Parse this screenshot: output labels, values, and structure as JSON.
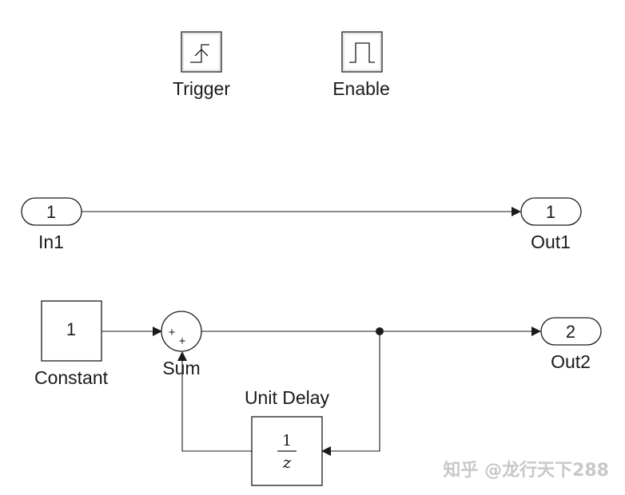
{
  "blocks": {
    "trigger": {
      "label": "Trigger"
    },
    "enable": {
      "label": "Enable"
    },
    "in1": {
      "port_number": "1",
      "label": "In1"
    },
    "out1": {
      "port_number": "1",
      "label": "Out1"
    },
    "constant": {
      "value": "1",
      "label": "Constant"
    },
    "sum": {
      "signs": [
        "+",
        "+"
      ],
      "label": "Sum"
    },
    "unit_delay": {
      "numerator": "1",
      "denominator": "z",
      "label": "Unit Delay"
    },
    "out2": {
      "port_number": "2",
      "label": "Out2"
    }
  },
  "watermark": "知乎 @龙行天下288",
  "colors": {
    "line": "#1a1a1a",
    "background": "#ffffff",
    "watermark": "#c8c8c8"
  }
}
